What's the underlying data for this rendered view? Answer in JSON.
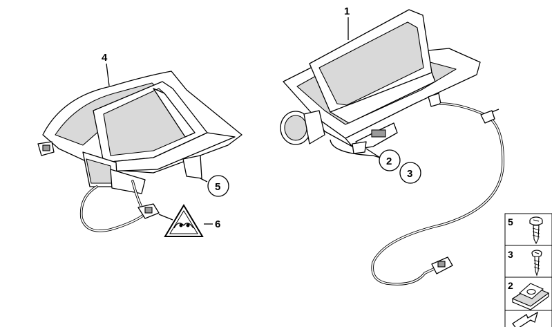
{
  "callouts": {
    "c1": "1",
    "c4": "4",
    "c2": "2",
    "c3": "3",
    "c5": "5",
    "c6": "6"
  },
  "legend": {
    "items": [
      {
        "number": "5",
        "part": "screw-icon"
      },
      {
        "number": "3",
        "part": "tapping-screw-icon"
      },
      {
        "number": "2",
        "part": "clip-nut-icon"
      },
      {
        "number": "",
        "part": "arrow-icon"
      }
    ]
  },
  "colors": {
    "line": "#000000",
    "shade": "#d9d9d9",
    "background": "#ffffff"
  }
}
